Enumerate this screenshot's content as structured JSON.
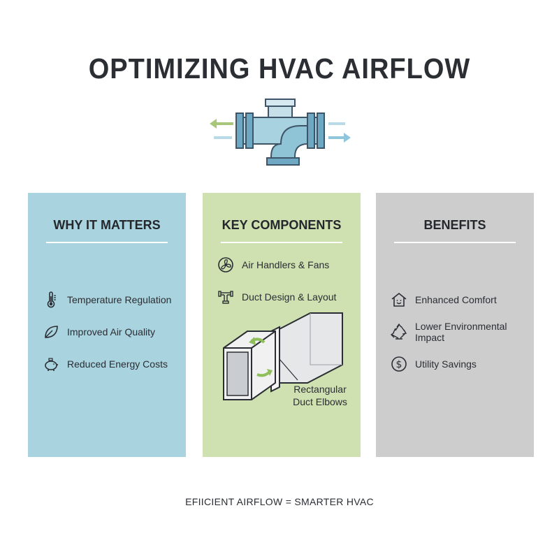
{
  "title": "OPTIMIZING HVAC AIRFLOW",
  "colors": {
    "panel_why": "#a9d3de",
    "panel_key": "#cfe0b1",
    "panel_benefits": "#cdcdcd",
    "pipe_blue": "#7fb6cc",
    "arrow_green": "#a8c77a",
    "arrow_blue": "#8fc6dc"
  },
  "panels": [
    {
      "title": "WHY IT MATTERS",
      "items": [
        {
          "icon": "thermometer-icon",
          "label": "Temperature Regulation"
        },
        {
          "icon": "leaf-icon",
          "label": "Improved Air Quality"
        },
        {
          "icon": "piggy-bank-icon",
          "label": "Reduced Energy Costs"
        }
      ]
    },
    {
      "title": "KEY COMPONENTS",
      "items": [
        {
          "icon": "fan-icon",
          "label": "Air Handlers & Fans"
        },
        {
          "icon": "duct-pipe-icon",
          "label": "Duct Design & Layout"
        }
      ],
      "callout": [
        "Rectangular",
        "Duct Elbows"
      ]
    },
    {
      "title": "BENEFITS",
      "items": [
        {
          "icon": "house-smile-icon",
          "label": "Enhanced Comfort"
        },
        {
          "icon": "recycle-icon",
          "label": "Lower Environmental Impact"
        },
        {
          "icon": "dollar-icon",
          "label": "Utility Savings"
        }
      ]
    }
  ],
  "footer": "EFIICIENT AIRFLOW = SMARTER HVAC"
}
